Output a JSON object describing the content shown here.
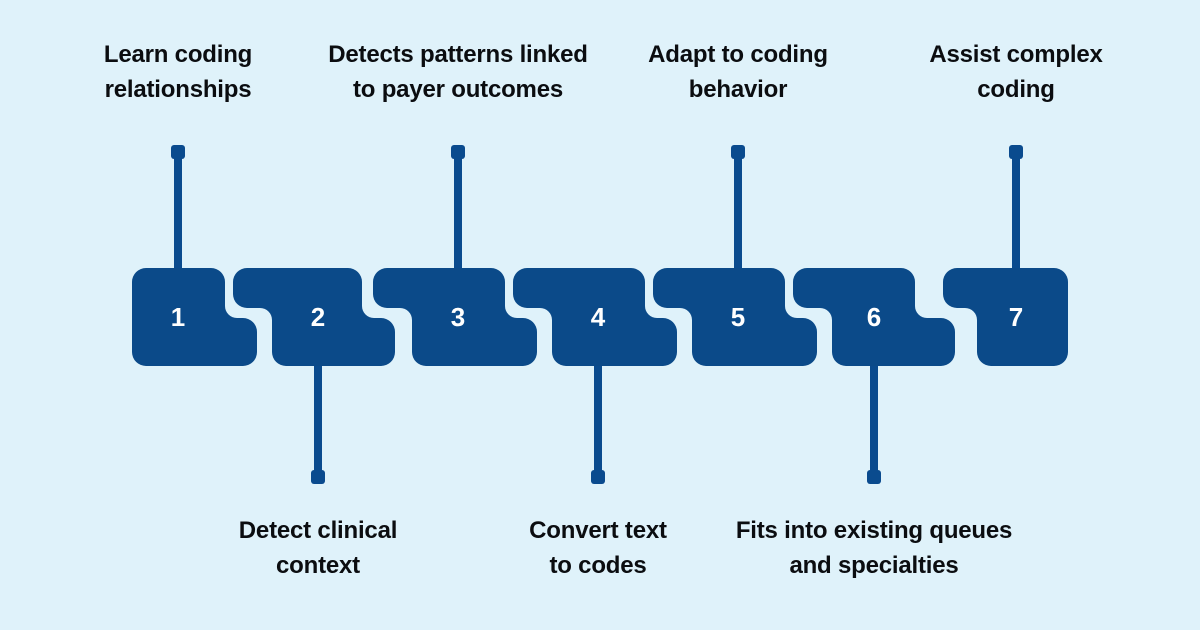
{
  "figure": {
    "description": "7-step interlocking puzzle process diagram",
    "background_color": "#dff2fa",
    "block_color": "#0b4a89",
    "connector_color": "#0a4b8e",
    "label_text_color": "#0b0d10",
    "number_text_color": "#ffffff"
  },
  "steps": [
    {
      "number": "1",
      "label_position": "top",
      "label_lines": [
        "Learn coding",
        "relationships"
      ]
    },
    {
      "number": "2",
      "label_position": "bottom",
      "label_lines": [
        "Detect clinical",
        "context"
      ]
    },
    {
      "number": "3",
      "label_position": "top",
      "label_lines": [
        "Detects patterns linked",
        "to payer outcomes"
      ]
    },
    {
      "number": "4",
      "label_position": "bottom",
      "label_lines": [
        "Convert text",
        "to codes"
      ]
    },
    {
      "number": "5",
      "label_position": "top",
      "label_lines": [
        "Adapt to coding",
        "behavior"
      ]
    },
    {
      "number": "6",
      "label_position": "bottom",
      "label_lines": [
        "Fits into existing queues",
        "and specialties"
      ]
    },
    {
      "number": "7",
      "label_position": "top",
      "label_lines": [
        "Assist complex",
        "coding"
      ]
    }
  ]
}
